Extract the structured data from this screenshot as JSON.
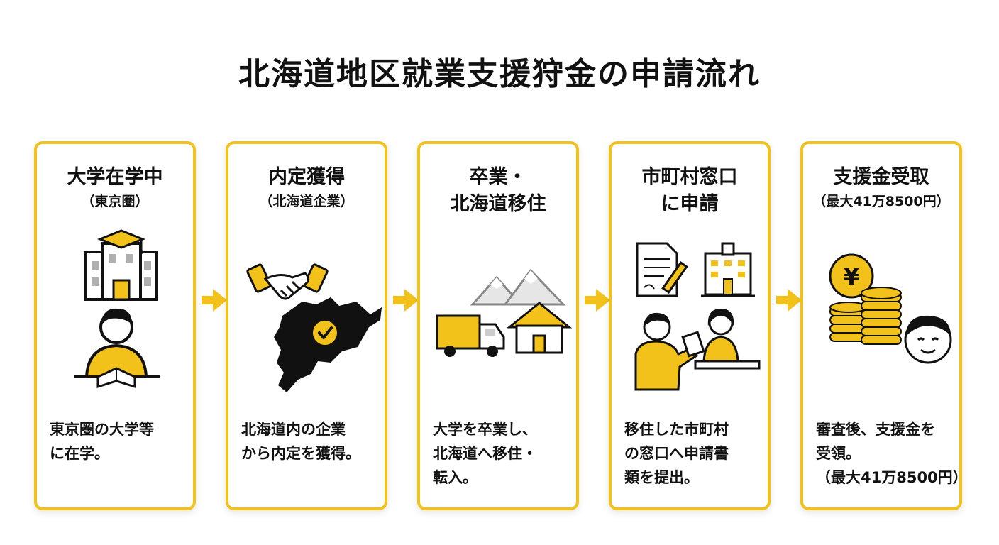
{
  "title": "北海道地区就業支援狩金の申請流れ",
  "steps": [
    {
      "title_lines": [
        "大学在学中"
      ],
      "subtitle": "（東京圏）",
      "desc_lines": [
        "東京圏の大学等",
        "に在学。"
      ]
    },
    {
      "title_lines": [
        "内定獲得"
      ],
      "subtitle": "（北海道企業）",
      "desc_lines": [
        "北海道内の企業",
        "から内定を獲得。"
      ]
    },
    {
      "title_lines": [
        "卒業・",
        "北海道移住"
      ],
      "subtitle": "",
      "desc_lines": [
        "大学を卒業し、",
        "北海道へ移住・",
        "転入。"
      ]
    },
    {
      "title_lines": [
        "市町村窓口",
        "に申請"
      ],
      "subtitle": "",
      "desc_lines": [
        "移住した市町村",
        "の窓口へ申請書",
        "類を提出。"
      ]
    },
    {
      "title_lines": [
        "支援金受取"
      ],
      "subtitle": "（最大41万8500円）",
      "desc_lines": [
        "審査後、支援金を",
        "受領。",
        "（最大41万8500円）"
      ]
    }
  ],
  "icons": {
    "yen_symbol": "¥"
  },
  "colors": {
    "accent": "#f2c21b",
    "ink": "#111111",
    "gray": "#8a8a8a"
  }
}
